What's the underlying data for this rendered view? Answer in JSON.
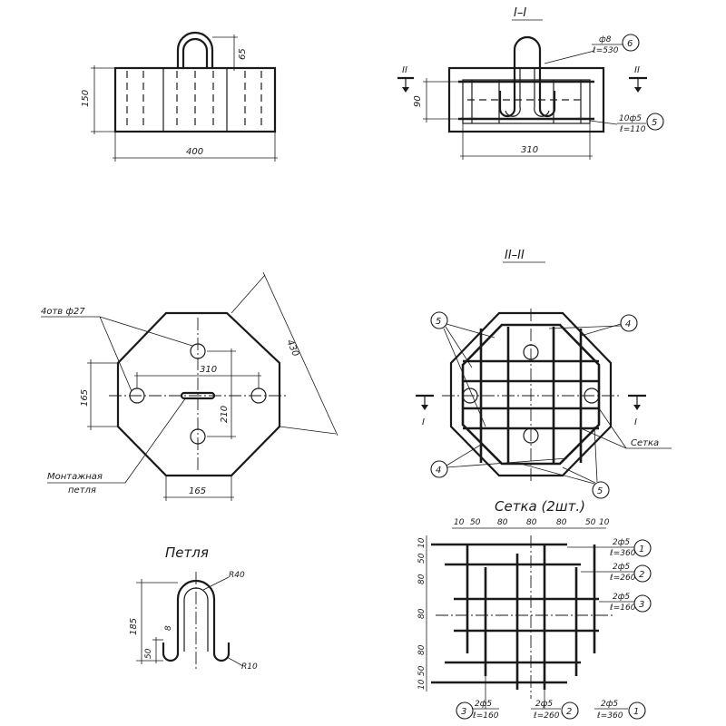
{
  "sections": {
    "section_1": "I–I",
    "section_2": "II–II",
    "mark_I": "I",
    "mark_II": "II"
  },
  "front_view": {
    "dim_height": "150",
    "dim_width": "400",
    "dim_loop": "65"
  },
  "section_1_1": {
    "dim_90": "90",
    "dim_310": "310",
    "rebar6_spec": "ф8",
    "rebar6_len": "ℓ=530",
    "rebar6_pos": "6",
    "rebar5_spec": "10ф5",
    "rebar5_len": "ℓ=110",
    "rebar5_pos": "5"
  },
  "plan": {
    "holes_label": "4отв ф27",
    "dim_310": "310",
    "dim_210": "210",
    "dim_165_v": "165",
    "dim_165_h": "165",
    "dim_430": "430",
    "loop_label_1": "Монтажная",
    "loop_label_2": "петля"
  },
  "section_2_2": {
    "pos_5": "5",
    "pos_4": "4",
    "mesh_label": "Сетка"
  },
  "loop_detail": {
    "title": "Петля",
    "r40": "R40",
    "r10": "R10",
    "dim_185": "185",
    "dim_50": "50",
    "dim_8": "8"
  },
  "mesh_detail": {
    "title": "Сетка (2шт.)",
    "top_dims": [
      "10",
      "50",
      "80",
      "80",
      "80",
      "50",
      "10"
    ],
    "side_dims": [
      "10",
      "50",
      "80",
      "80",
      "80",
      "50",
      "10"
    ],
    "bars": [
      {
        "spec": "2ф5",
        "len": "ℓ=360",
        "pos": "1"
      },
      {
        "spec": "2ф5",
        "len": "ℓ=260",
        "pos": "2"
      },
      {
        "spec": "2ф5",
        "len": "ℓ=160",
        "pos": "3"
      }
    ],
    "bottom_bars": [
      {
        "spec": "2ф5",
        "len": "ℓ=160",
        "pos": "3"
      },
      {
        "spec": "2ф5",
        "len": "ℓ=260",
        "pos": "2"
      },
      {
        "spec": "2ф5",
        "len": "ℓ=360",
        "pos": "1"
      }
    ]
  }
}
